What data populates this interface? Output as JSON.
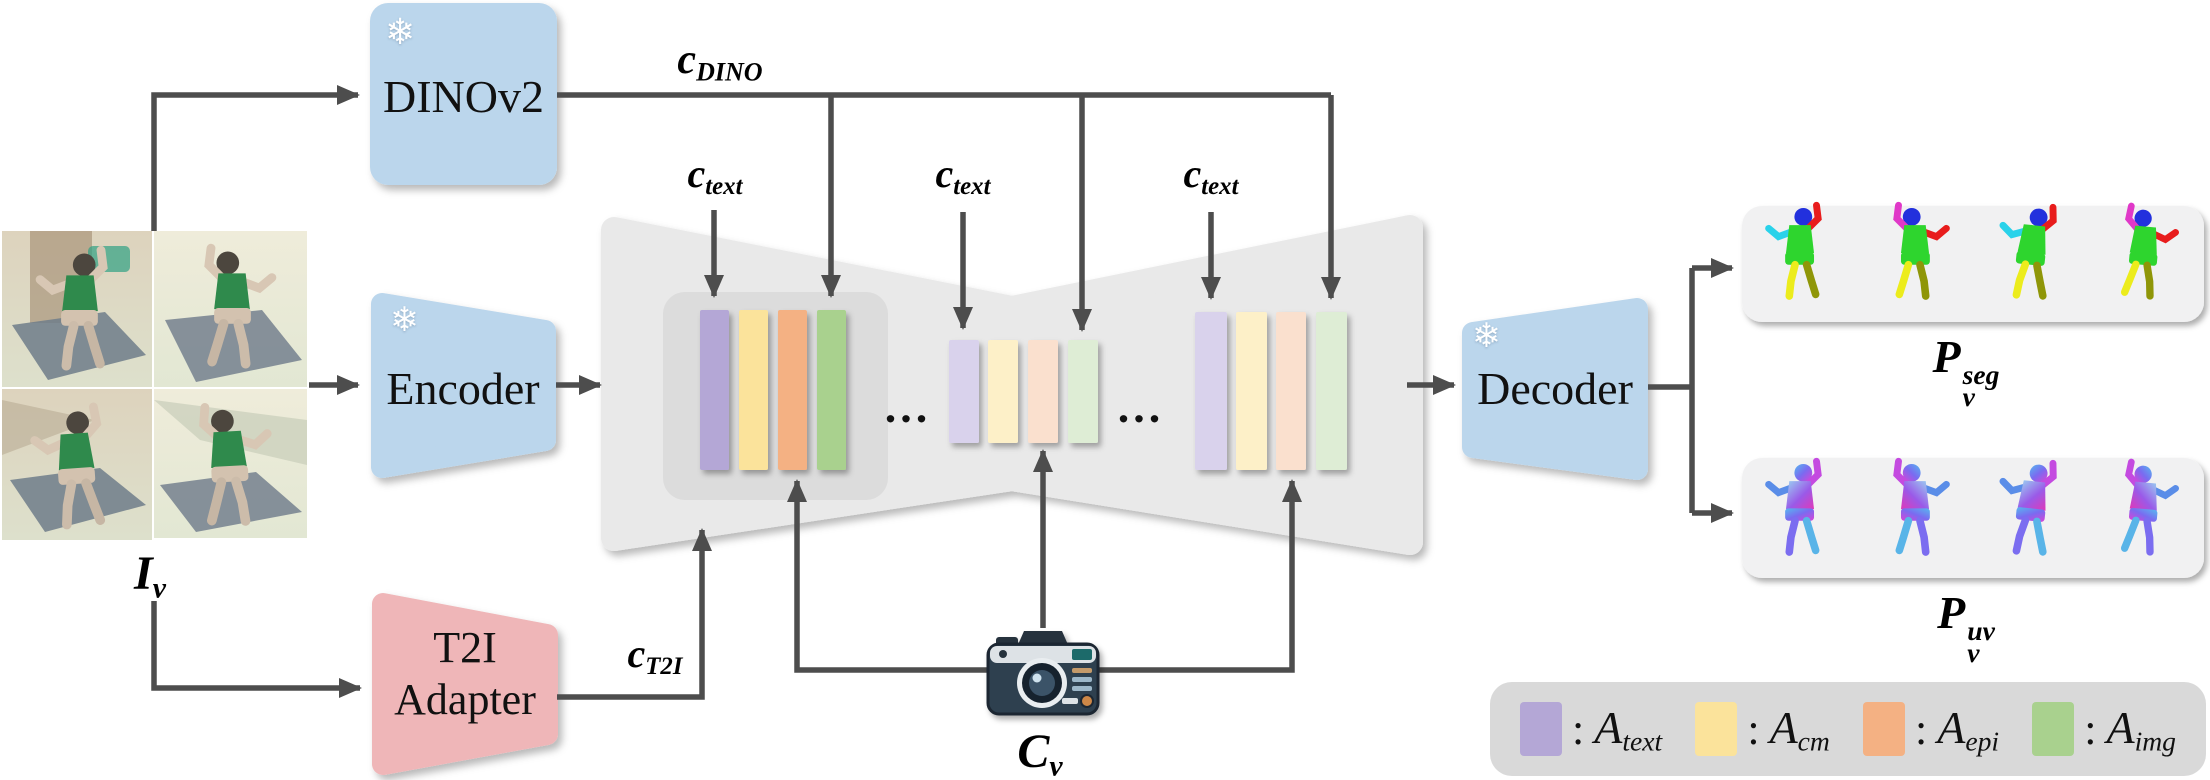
{
  "palette": {
    "line": "#4D4D4D",
    "box-blue": "#BBD6EC",
    "box-pink": "#EFB6B8",
    "unet-gray": "#E9E9E9",
    "unet-inner": "#DCDCDC",
    "panel-gray": "#F1F1F2",
    "legend-gray": "#D9D9D9",
    "attn-text": "#B4A7D6",
    "attn-cm": "#FBE39B",
    "attn-epi": "#F4B183",
    "attn-img": "#A9D18E",
    "attn-text-pale": "#D9D2EC",
    "attn-cm-pale": "#FDF0C8",
    "attn-epi-pale": "#FAE0CE",
    "attn-img-pale": "#DEEDD5"
  },
  "icons": {
    "snowflake": "❄"
  },
  "boxes": {
    "dinov2": "DINOv2",
    "encoder": "Encoder",
    "t2i_line1": "T2I",
    "t2i_line2": "Adapter",
    "decoder": "Decoder"
  },
  "labels": {
    "input": {
      "base": "I",
      "sub": "v"
    },
    "camera": {
      "base": "C",
      "sub": "v"
    },
    "c_dino": {
      "base": "c",
      "sub": "DINO"
    },
    "c_text": {
      "base": "c",
      "sub": "text"
    },
    "c_t2i": {
      "base": "c",
      "sub": "T2I"
    },
    "p_seg": {
      "base": "P",
      "sup": "seg",
      "sub": "v"
    },
    "p_uv": {
      "base": "P",
      "sup": "uv",
      "sub": "v"
    }
  },
  "unet": {
    "ellipsis": "..."
  },
  "legend": {
    "separator": ":",
    "items": [
      {
        "name": "attn-text",
        "label": {
          "base": "A",
          "sub": "text"
        }
      },
      {
        "name": "attn-cm",
        "label": {
          "base": "A",
          "sub": "cm"
        }
      },
      {
        "name": "attn-epi",
        "label": {
          "base": "A",
          "sub": "epi"
        }
      },
      {
        "name": "attn-img",
        "label": {
          "base": "A",
          "sub": "img"
        }
      }
    ]
  }
}
